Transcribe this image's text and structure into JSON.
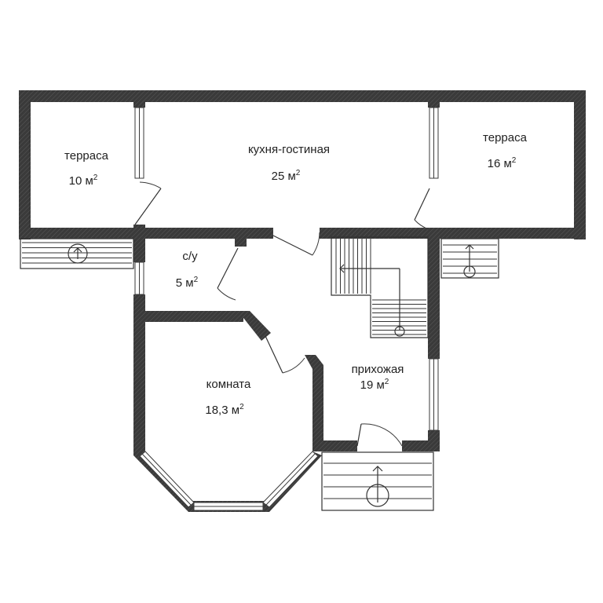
{
  "rooms": [
    {
      "name": "терраса",
      "area": "10 м",
      "unit_sup": "2"
    },
    {
      "name": "кухня-гостиная",
      "area": "25 м",
      "unit_sup": "2"
    },
    {
      "name": "терраса",
      "area": "16 м",
      "unit_sup": "2"
    },
    {
      "name": "с/у",
      "area": "5 м",
      "unit_sup": "2"
    },
    {
      "name": "комната",
      "area": "18,3 м",
      "unit_sup": "2"
    },
    {
      "name": "прихожая",
      "area": "19 м",
      "unit_sup": "2"
    }
  ],
  "icons": {
    "entrance_arrow": "arrow-up-circle-icon",
    "stairs": "staircase-icon",
    "door": "door-swing-icon",
    "window": "window-icon"
  },
  "colors": {
    "wall": "#3a3a3a",
    "background": "#ffffff"
  }
}
